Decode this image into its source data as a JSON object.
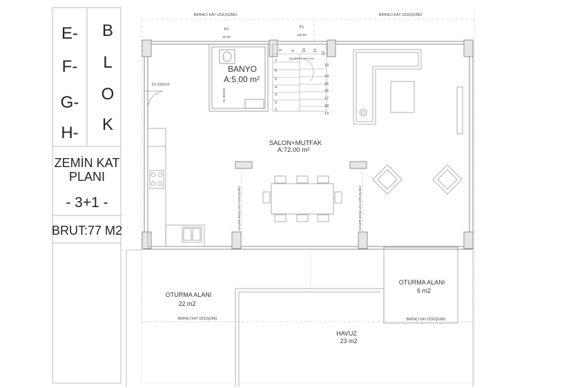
{
  "legend": {
    "blocks_left": [
      "E-",
      "F-",
      "G-",
      "H-"
    ],
    "blocks_right": [
      "B",
      "L",
      "O",
      "K"
    ],
    "plan_title_1": "ZEMİN KAT",
    "plan_title_2": "PLANI",
    "unit_type": "- 3+1 -",
    "gross_area": "BRUT:77 M2"
  },
  "plan": {
    "top_proj_left": "BIRINCI KAT IZDÜŞÜMÜ",
    "top_proj_right": "BIRINCI KAT IZDÜŞÜMÜ",
    "bottom_proj_left": "BIRINCI KAT IZDÜŞÜMÜ",
    "bottom_proj_right": "BIRINCI KAT IZDÜŞÜMÜ",
    "bathroom_name": "BANYO",
    "bathroom_area": "A:5.00 m²",
    "salon_name": "SALON+MUTFAK",
    "salon_area": "A:72.00 m²",
    "seating_left_name": "OTURMA ALANI",
    "seating_left_area": "22 m2",
    "seating_right_name": "OTURMA ALANI",
    "seating_right_area": "6 m2",
    "pool_name": "HAVUZ",
    "pool_area": "23 m2",
    "gallery_left": "GALERI BOŞLUĞU IZDÜŞÜMÜ",
    "gallery_right": "GALERI BOŞLUĞU IZDÜŞÜMÜ",
    "door_k3": "K3 100/210",
    "door_k1": "K1 80/210",
    "window_p2": "P2",
    "window_p1": "P1",
    "window_p2_dim": "60 60",
    "window_p1_dim": "240 60",
    "stair_note": "9R-18/27/17.39×3.00m",
    "stair_steps_left": [
      "7",
      "6",
      "5",
      "4",
      "3",
      "2",
      "1"
    ],
    "stair_steps_top": [
      "8",
      "9",
      "10",
      "11"
    ],
    "stair_steps_right": [
      "12",
      "13",
      "14",
      "15",
      "16",
      "17",
      "18",
      "19"
    ]
  }
}
